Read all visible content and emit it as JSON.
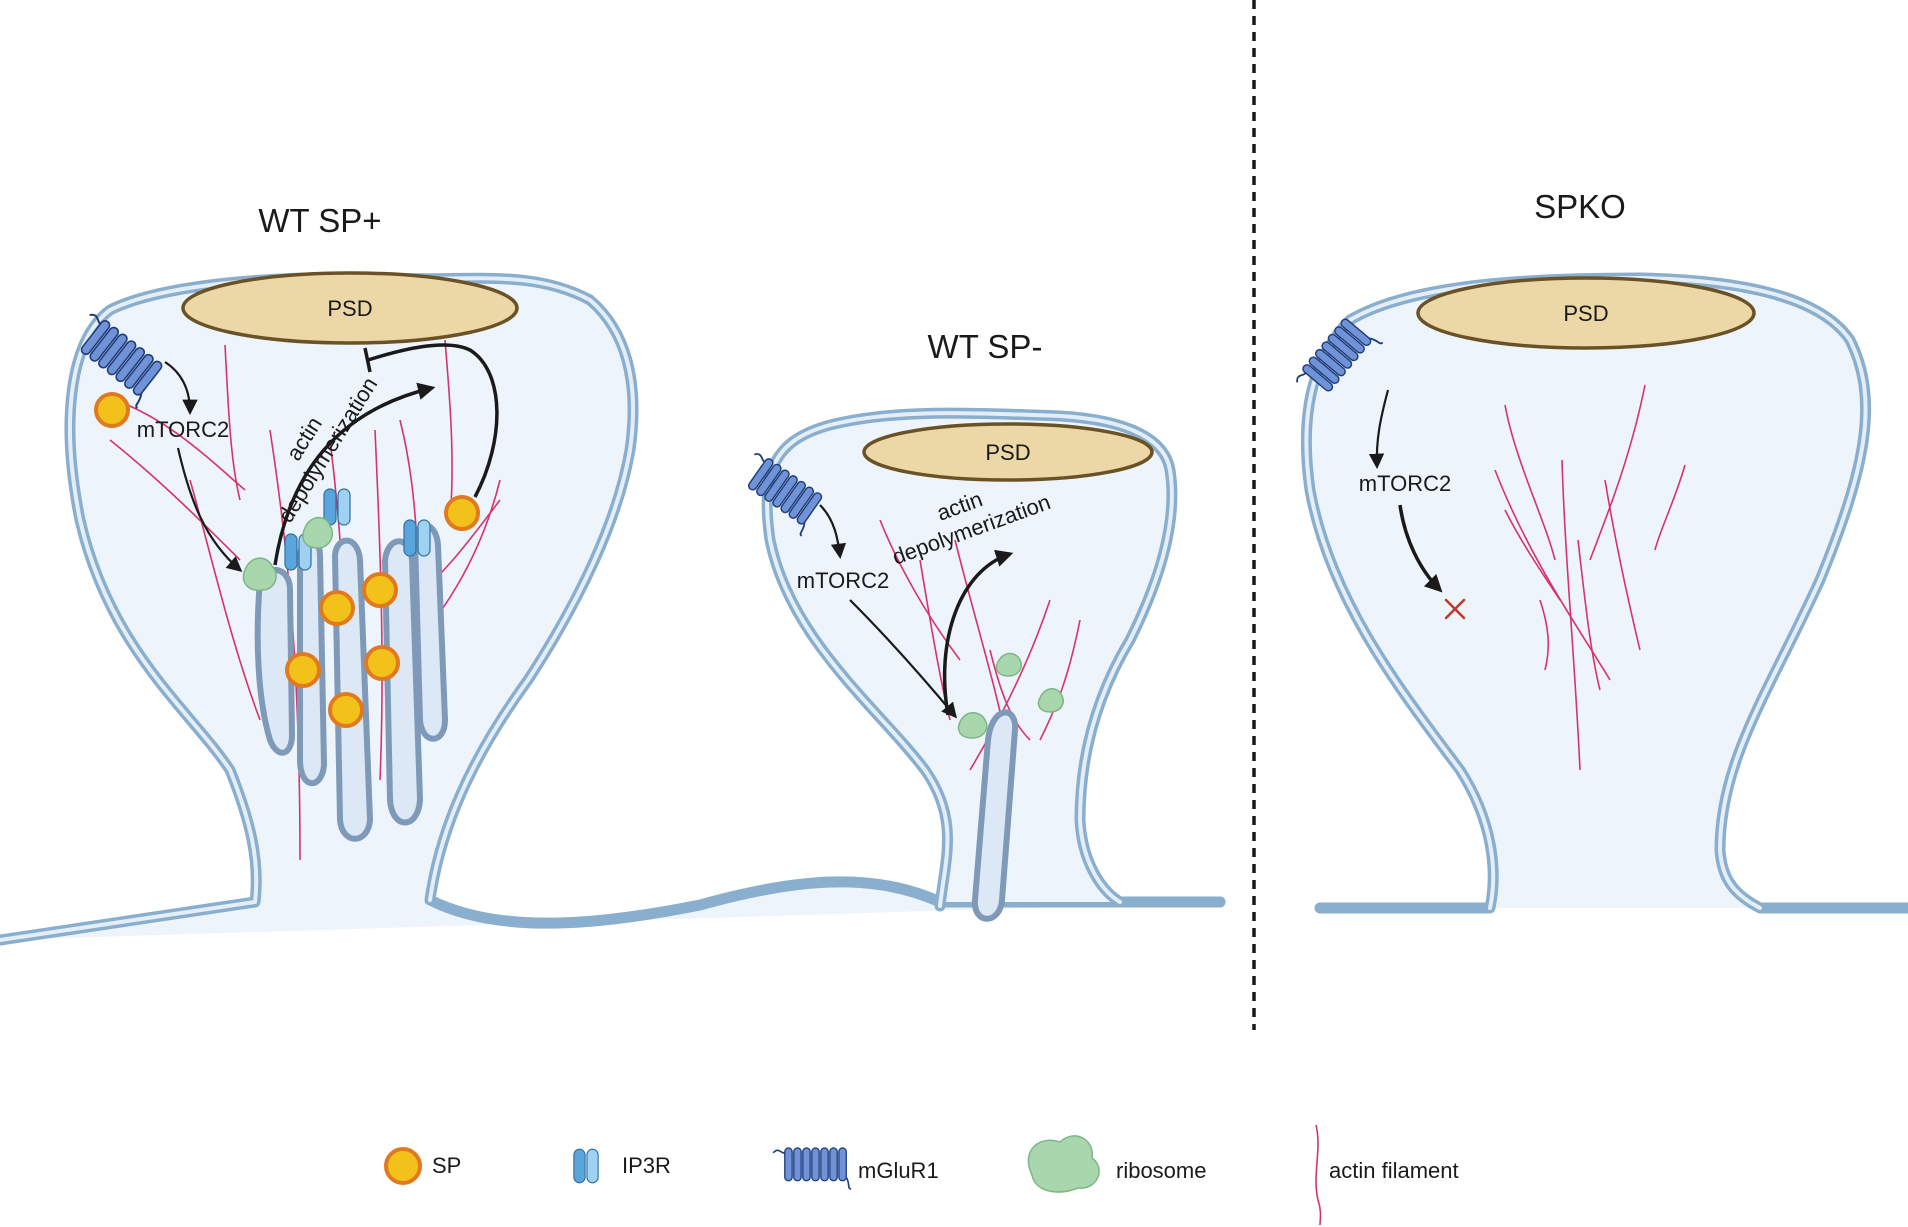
{
  "panels": {
    "wt_sp_plus": {
      "title": "WT SP+",
      "psd": "PSD",
      "mtorc2": "mTORC2",
      "actin_depol_line1": "actin",
      "actin_depol_line2": "depolymerization"
    },
    "wt_sp_minus": {
      "title": "WT SP-",
      "psd": "PSD",
      "mtorc2": "mTORC2",
      "actin_depol_line1": "actin",
      "actin_depol_line2": "depolymerization"
    },
    "spko": {
      "title": "SPKO",
      "psd": "PSD",
      "mtorc2": "mTORC2"
    }
  },
  "legend": {
    "sp": "SP",
    "ip3r": "IP3R",
    "mglur1": "mGluR1",
    "ribosome": "ribosome",
    "actin_filament": "actin filament"
  },
  "colors": {
    "membrane": "#8aaecd",
    "cytoplasm": "#eef4fb",
    "psd_fill": "#ecd8a6",
    "sp_fill": "#f2c21b",
    "sp_stroke": "#e07a21",
    "actin": "#d6336c",
    "ribosome": "#a8d7ad",
    "ip3r": "#5aa6dc",
    "mglur1": "#6f93d6",
    "block_x": "#c0392b"
  },
  "icons": [
    "sp-icon",
    "ip3r-icon",
    "mglur1-icon",
    "ribosome-icon",
    "actin-filament-icon",
    "inhibition-blunt-arrow",
    "blocked-x-icon"
  ]
}
